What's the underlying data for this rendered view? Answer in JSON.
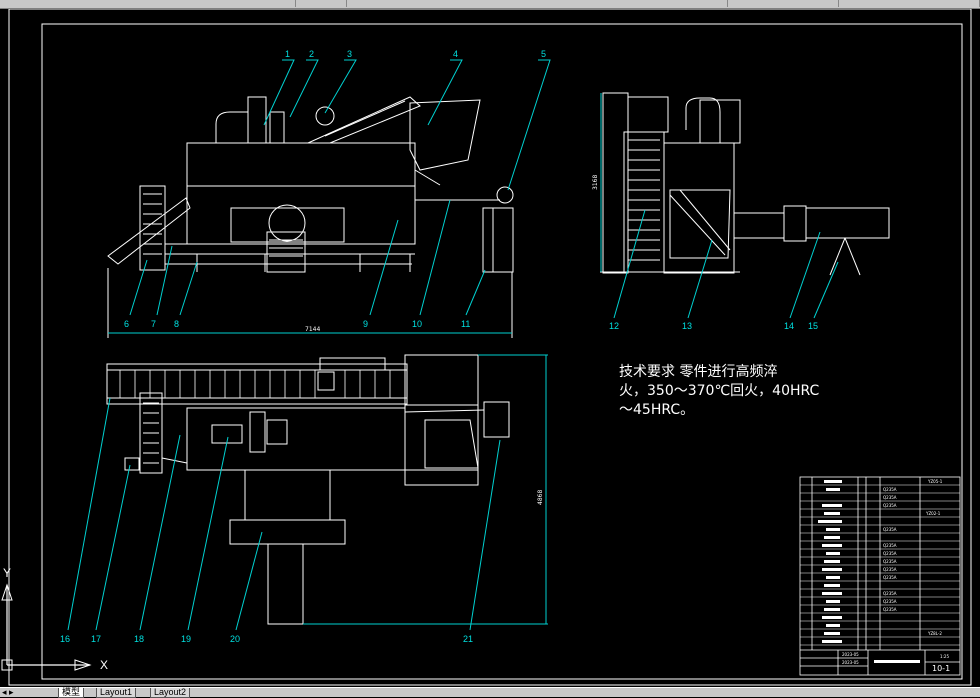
{
  "labels": [
    "1",
    "2",
    "3",
    "4",
    "5",
    "6",
    "7",
    "8",
    "9",
    "10",
    "11",
    "12",
    "13",
    "14",
    "15",
    "16",
    "17",
    "18",
    "19",
    "20",
    "21"
  ],
  "dimensions": {
    "overall_length": "7144",
    "side_height": "3168",
    "plan_width": "4868"
  },
  "technical_requirements": {
    "line1": "技术要求 零件进行高频淬",
    "line2": "火，350～370℃回火，40HRC",
    "line3": "～45HRC。"
  },
  "title_block": {
    "drawing_no": "10-1",
    "codes": [
      "YZ05-1",
      "YZ02-1",
      "YZ8L-2"
    ],
    "materials": [
      "Q235A",
      "Q235A",
      "Q235A",
      "Q235A",
      "Q235A",
      "Q235A",
      "Q235A",
      "Q235A",
      "Q235A",
      "Q235A",
      "Q235A",
      "Q235A"
    ],
    "dates": [
      "2023-05",
      "2023-05"
    ],
    "scale": "1:25"
  },
  "ucs": {
    "x_label": "X",
    "y_label": "Y"
  },
  "tabs": {
    "model": "模型",
    "layout1": "Layout1",
    "layout2": "Layout2"
  }
}
